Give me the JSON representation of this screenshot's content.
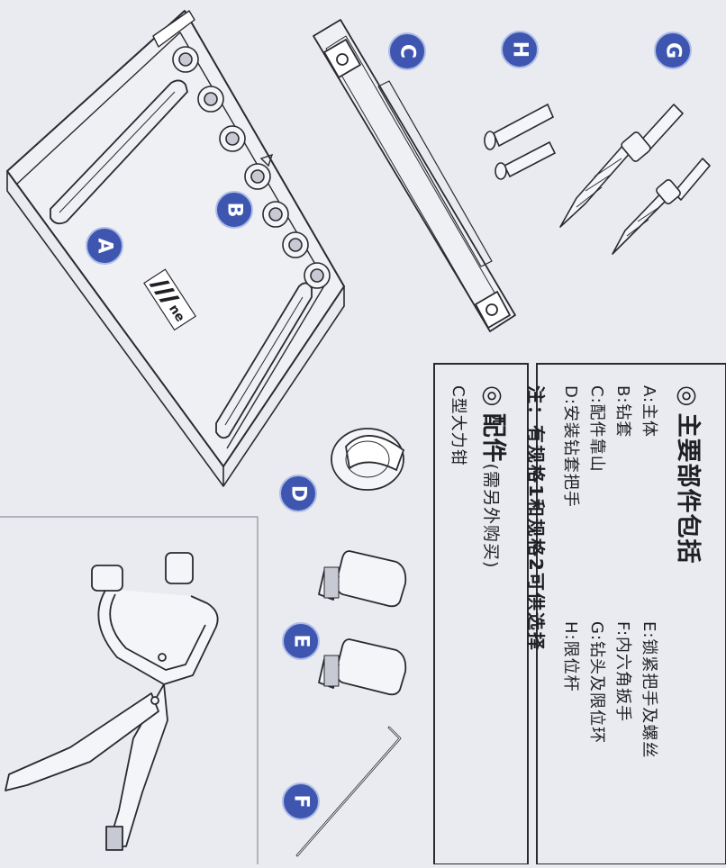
{
  "parts_box": {
    "title_marker": "◎",
    "title": "主要部件包括",
    "left_items": [
      "A:主体",
      "B:钻套",
      "C:配件靠山",
      "D:安装钻套把手"
    ],
    "right_items": [
      "E:锁紧把手及螺丝",
      "F:内六角扳手",
      "G:钻头及限位环",
      "H:限位杆"
    ],
    "note": "注：有规格1和规格2可供选择"
  },
  "accessory_box": {
    "title_marker": "◎",
    "title": "配件",
    "subtitle": "(需另外购买)",
    "item": "C型大力钳"
  },
  "badges": {
    "a": "A",
    "b": "B",
    "c": "C",
    "d": "D",
    "e": "E",
    "f": "F",
    "g": "G",
    "h": "H"
  },
  "logo_text": "ne",
  "colors": {
    "badge_fill": "#3e56b0",
    "badge_ring": "#aebde6",
    "line": "#2a2a30",
    "paper": "#e9ebf0"
  }
}
